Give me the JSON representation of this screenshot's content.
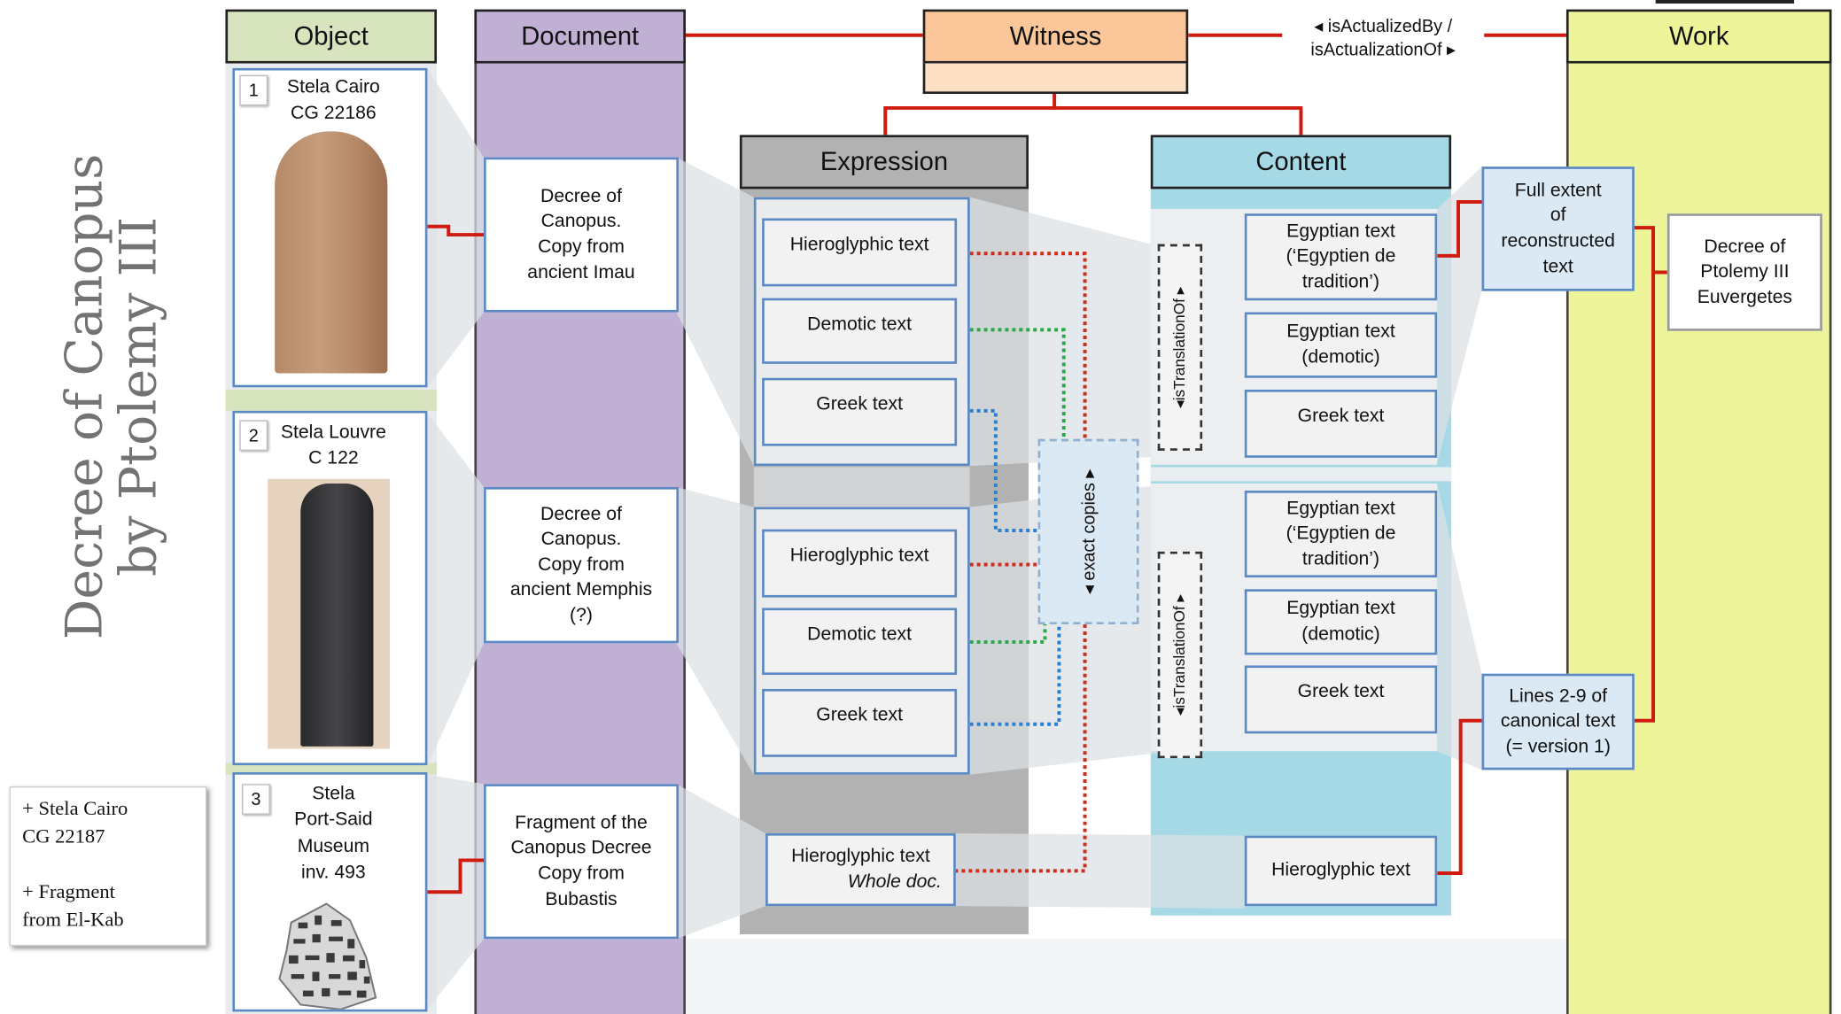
{
  "slide_title": "Decree of Canopus\nby Ptolemy III",
  "note": "+ Stela Cairo\nCG 22187\n\n+ Fragment\nfrom El-Kab",
  "colors": {
    "object": "#d7e4bd",
    "document": "#bfb0d4",
    "witness": "#fbc79a",
    "witness_sub": "#fde0c4",
    "expression": "#b2b2b2",
    "content": "#a6d9e6",
    "work": "#eef49a",
    "link_red": "#d01c10",
    "dot_red": "#d42a1a",
    "dot_green": "#2aa84a",
    "dot_blue": "#2a7fd0",
    "box_border": "#5b89c4"
  },
  "headers": {
    "object": "Object",
    "document": "Document",
    "witness": "Witness",
    "expression": "Expression",
    "content": "Content",
    "work": "Work"
  },
  "relation_labels": {
    "actualized": "◂ isActualizedBy /\nisActualizationOf ▸",
    "translation_1": "◂isTranslationOf ▸",
    "translation_2": "◂isTranslationOf ▸",
    "exact_copies": "◂ exact copies ▸"
  },
  "objects": [
    {
      "number": "1",
      "label": "Stela Cairo\nCG 22186"
    },
    {
      "number": "2",
      "label": "Stela Louvre\nC 122"
    },
    {
      "number": "3",
      "label": "Stela\nPort-Said\nMuseum\ninv. 493"
    }
  ],
  "documents": [
    "Decree of\nCanopus.\nCopy from\nancient Imau",
    "Decree of\nCanopus.\nCopy from\nancient Memphis\n(?)",
    "Fragment of the\nCanopus Decree\nCopy from\nBubastis"
  ],
  "expressions": {
    "group1": [
      "Hieroglyphic text",
      "Demotic text",
      "Greek text"
    ],
    "group2": [
      "Hieroglyphic text",
      "Demotic text",
      "Greek text"
    ],
    "group3": {
      "line1": "Hieroglyphic text",
      "line2": "Whole doc."
    }
  },
  "contents": {
    "group1": [
      "Egyptian text\n(‘Egyptien de\ntradition’)",
      "Egyptian text\n(demotic)",
      "Greek text"
    ],
    "group2": [
      "Egyptian text\n(‘Egyptien de\ntradition’)",
      "Egyptian text\n(demotic)",
      "Greek text"
    ],
    "group3": "Hieroglyphic text"
  },
  "work_side": {
    "full_extent": "Full extent\nof\nreconstructed\ntext",
    "lines": "Lines 2-9 of\ncanonical text\n(= version 1)",
    "work_title": "Decree of\nPtolemy III\nEuvergetes"
  }
}
